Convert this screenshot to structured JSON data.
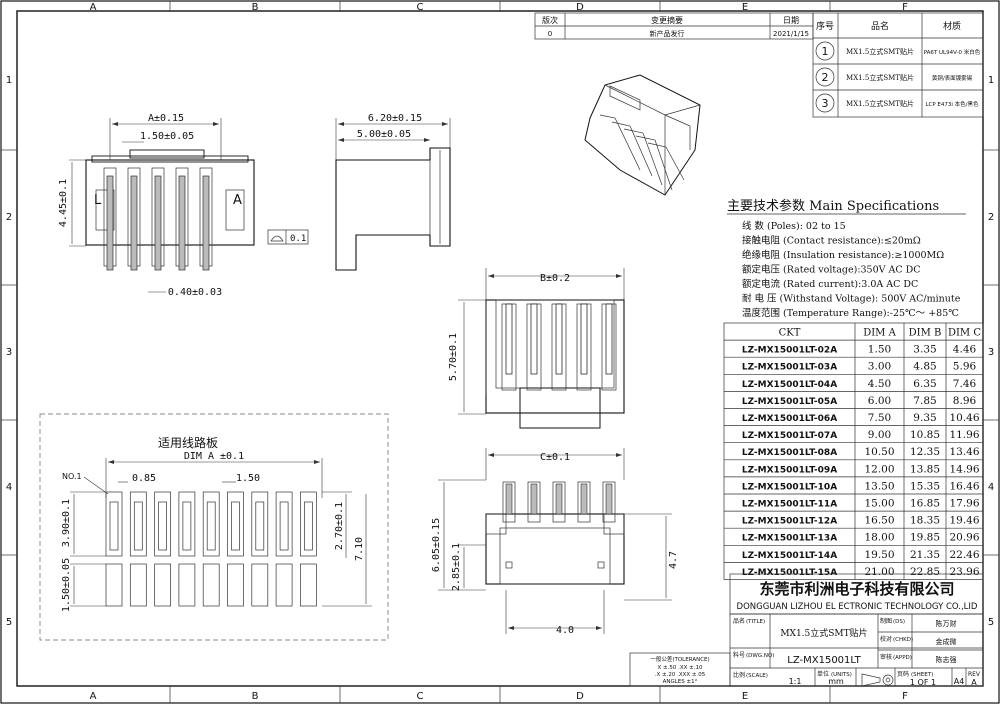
{
  "border": {
    "cols": [
      "A",
      "B",
      "C",
      "D",
      "E",
      "F"
    ],
    "rows": [
      "1",
      "2",
      "3",
      "4",
      "5"
    ]
  },
  "revision": {
    "headers": [
      "版次",
      "变更摘要",
      "日期"
    ],
    "row": [
      "0",
      "新产品发行",
      "2021/1/15"
    ]
  },
  "materials": {
    "headers": [
      "序号",
      "品名",
      "材质"
    ],
    "rows": [
      {
        "no": "1",
        "name": "MX1.5立式SMT贴片",
        "mat": "PA6T UL94V-0 米白色"
      },
      {
        "no": "2",
        "name": "MX1.5立式SMT贴片",
        "mat": "黄铜/表面镀雾锡"
      },
      {
        "no": "3",
        "name": "MX1.5立式SMT贴片",
        "mat": "LCP E473i 本色/黑色"
      }
    ]
  },
  "views": {
    "front": {
      "dim_a": "A±0.15",
      "pitch": "1.50±0.05",
      "height": "4.45±0.1",
      "pin": "0.40±0.03",
      "mark_l": "L",
      "mark_a": "A"
    },
    "side": {
      "dim_total": "6.20±0.15",
      "dim_body": "5.00±0.05",
      "flatness": "0.1"
    },
    "top": {
      "dim_b": "B±0.2",
      "height": "5.70±0.1"
    },
    "bottom": {
      "dim_c": "C±0.1",
      "h1": "6.05±0.15",
      "h2": "2.85±0.1",
      "h3": "4.7",
      "w": "4.0"
    },
    "pcb": {
      "title": "适用线路板",
      "dim_a": "DIM A ±0.1",
      "no1": "NO.1",
      "pad_w": "0.85",
      "pitch": "1.50",
      "h1": "3.90±0.1",
      "h2": "1.50±0.05",
      "h3": "2.70±0.1",
      "h4": "7.10"
    }
  },
  "specs": {
    "title": "主要技术参数 Main Specifications",
    "lines": [
      "线    数 (Poles): 02 to 15",
      "接触电阻 (Contact resistance):≤20mΩ",
      "绝缘电阻 (Insulation resistance):≥1000MΩ",
      "额定电压 (Rated voltage):350V AC DC",
      "额定电流 (Rated current):3.0A AC DC",
      "耐 电 压 (Withstand Voltage): 500V AC/minute",
      "温度范围 (Temperature Range):-25℃～ +85℃"
    ]
  },
  "table": {
    "headers": [
      "CKT",
      "DIM A",
      "DIM B",
      "DIM C"
    ],
    "rows": [
      [
        "LZ-MX15001LT-02A",
        "1.50",
        "3.35",
        "4.46"
      ],
      [
        "LZ-MX15001LT-03A",
        "3.00",
        "4.85",
        "5.96"
      ],
      [
        "LZ-MX15001LT-04A",
        "4.50",
        "6.35",
        "7.46"
      ],
      [
        "LZ-MX15001LT-05A",
        "6.00",
        "7.85",
        "8.96"
      ],
      [
        "LZ-MX15001LT-06A",
        "7.50",
        "9.35",
        "10.46"
      ],
      [
        "LZ-MX15001LT-07A",
        "9.00",
        "10.85",
        "11.96"
      ],
      [
        "LZ-MX15001LT-08A",
        "10.50",
        "12.35",
        "13.46"
      ],
      [
        "LZ-MX15001LT-09A",
        "12.00",
        "13.85",
        "14.96"
      ],
      [
        "LZ-MX15001LT-10A",
        "13.50",
        "15.35",
        "16.46"
      ],
      [
        "LZ-MX15001LT-11A",
        "15.00",
        "16.85",
        "17.96"
      ],
      [
        "LZ-MX15001LT-12A",
        "16.50",
        "18.35",
        "19.46"
      ],
      [
        "LZ-MX15001LT-13A",
        "18.00",
        "19.85",
        "20.96"
      ],
      [
        "LZ-MX15001LT-14A",
        "19.50",
        "21.35",
        "22.46"
      ],
      [
        "LZ-MX15001LT-15A",
        "21.00",
        "22.85",
        "23.96"
      ]
    ]
  },
  "titleblock": {
    "company_cn": "东莞市利洲电子科技有限公司",
    "company_en": "DONGGUAN LIZHOU EL ECTRONIC TECHNOLOGY CO.,LID",
    "title_label": "品名",
    "title_label_en": "(TITLE)",
    "title_value": "MX1.5立式SMT贴片",
    "dwg_label": "料号",
    "dwg_label_en": "(DWG.NO)",
    "dwg_value": "LZ-MX15001LT",
    "ds_label": "制图",
    "ds_label_en": "(DS)",
    "ds_value": "陈万财",
    "chkd_label": "校对",
    "chkd_label_en": "(CHKD)",
    "chkd_value": "金成微",
    "appd_label": "审核",
    "appd_label_en": "(APPD)",
    "appd_value": "陈志强",
    "scale_label": "比例",
    "scale_label_en": "(SCALE)",
    "scale_value": "1:1",
    "units_label": "单位",
    "units_label_en": "(UNITS)",
    "units_value": "mm",
    "sheet_label": "页码",
    "sheet_label_en": "(SHEET)",
    "sheet_value": "1 OF 1",
    "sheet_size": "A4",
    "rev_label": "REV",
    "rev_value": "A",
    "tol_title": "一般公差(TOLERANCE)",
    "tol_lines": [
      "X ±.50   .XX ±.10",
      ".X ±.20   .XXX ±.05",
      "ANGLES   ±1°"
    ]
  }
}
